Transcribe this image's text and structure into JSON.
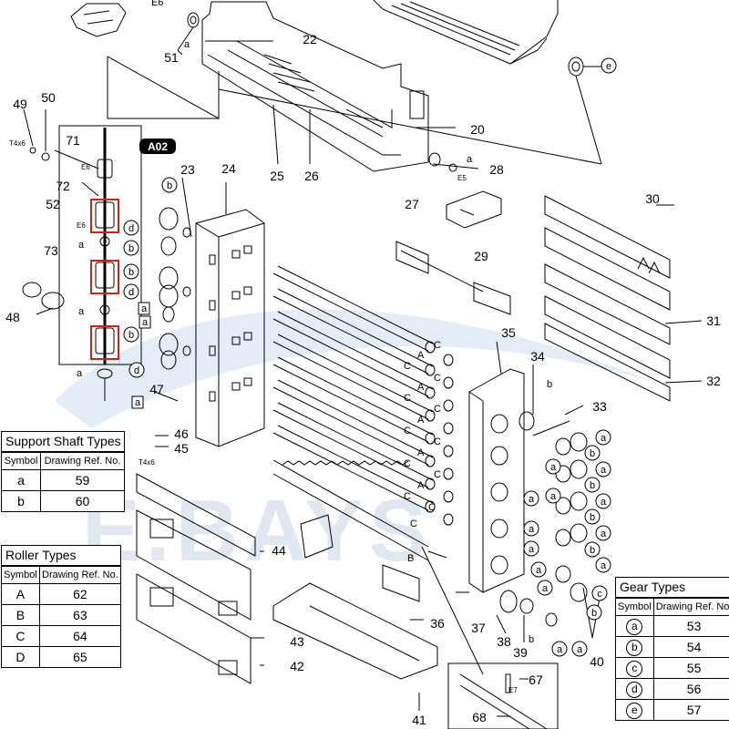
{
  "callouts": [
    "49",
    "50",
    "71",
    "72",
    "52",
    "73",
    "48",
    "51",
    "22",
    "20",
    "25",
    "26",
    "28",
    "23",
    "24",
    "27",
    "29",
    "30",
    "31",
    "32",
    "35",
    "34",
    "33",
    "47",
    "46",
    "45",
    "44",
    "43",
    "42",
    "41",
    "36",
    "37",
    "38",
    "39",
    "40",
    "67",
    "68"
  ],
  "small_labels": {
    "a": "a",
    "b": "b",
    "c": "c",
    "d": "d",
    "e": "e",
    "A": "A",
    "B": "B",
    "C": "C",
    "e6": "E6",
    "e5": "E5",
    "e7": "E7",
    "t4x6": "T4x6"
  },
  "block_label": "A02",
  "watermark": "E.BAYS",
  "support_shaft_table": {
    "title": "Support Shaft Types",
    "headers": [
      "Symbol",
      "Drawing Ref. No."
    ],
    "rows": [
      {
        "symbol": "a",
        "ref": "59"
      },
      {
        "symbol": "b",
        "ref": "60"
      }
    ]
  },
  "roller_table": {
    "title": "Roller Types",
    "headers": [
      "Symbol",
      "Drawing Ref. No."
    ],
    "rows": [
      {
        "symbol": "A",
        "ref": "62"
      },
      {
        "symbol": "B",
        "ref": "63"
      },
      {
        "symbol": "C",
        "ref": "64"
      },
      {
        "symbol": "D",
        "ref": "65"
      }
    ]
  },
  "gear_table": {
    "title": "Gear Types",
    "headers": [
      "Symbol",
      "Drawing Ref. No."
    ],
    "rows": [
      {
        "symbol": "a",
        "ref": "53"
      },
      {
        "symbol": "b",
        "ref": "54"
      },
      {
        "symbol": "c",
        "ref": "55"
      },
      {
        "symbol": "d",
        "ref": "56"
      },
      {
        "symbol": "e",
        "ref": "57"
      }
    ]
  },
  "colors": {
    "line": "#000000",
    "highlight": "#d0201c",
    "watermark": "#c9d4e3",
    "watermark_swoosh": "#6f9fd6",
    "block_bg": "#000000"
  }
}
